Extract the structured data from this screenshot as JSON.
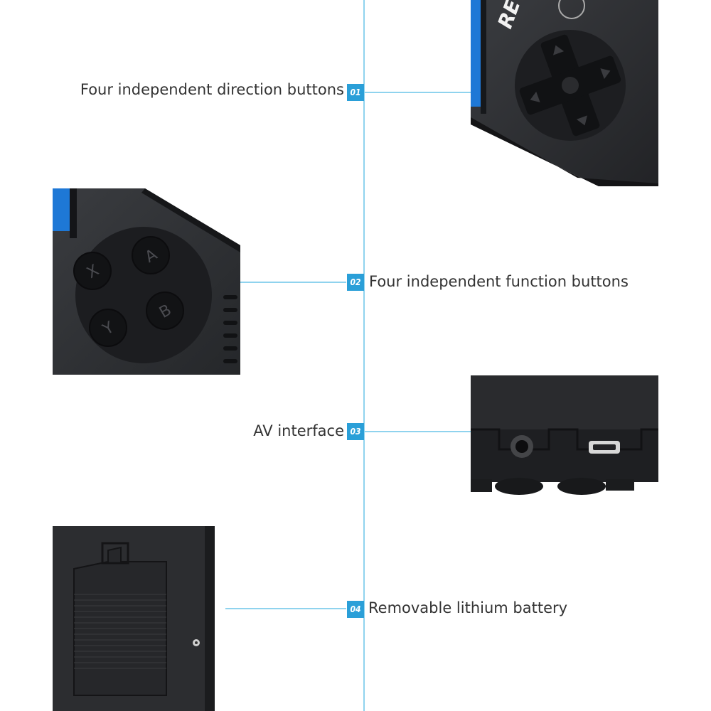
{
  "features": [
    {
      "num": "01",
      "label": "Four independent direction buttons"
    },
    {
      "num": "02",
      "label": "Four independent function buttons"
    },
    {
      "num": "03",
      "label": "AV interface"
    },
    {
      "num": "04",
      "label": "Removable lithium battery"
    }
  ],
  "buttons": {
    "x": "X",
    "a": "A",
    "y": "Y",
    "b": "B"
  },
  "brand_fragment": "RE",
  "colors": {
    "accent": "#2a9fd8",
    "line": "#8fd3ee",
    "device": "#2d2f33",
    "screen": "#1e78d6"
  }
}
